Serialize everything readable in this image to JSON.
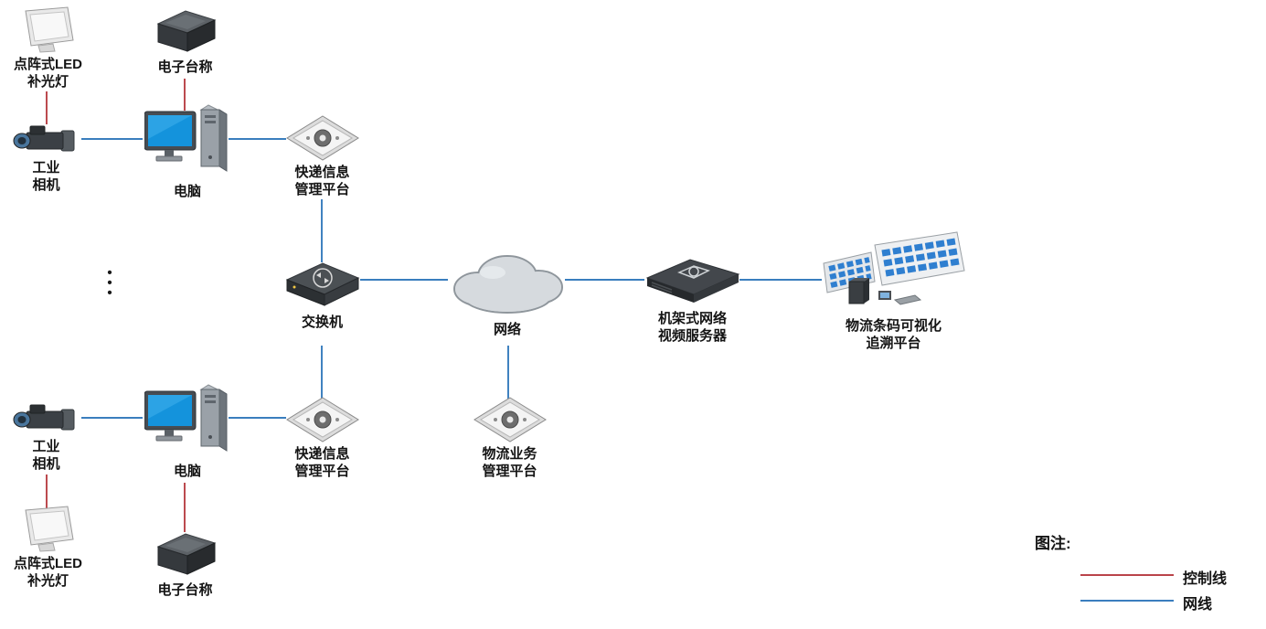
{
  "nodes": {
    "led_top": {
      "label": "点阵式LED\n补光灯"
    },
    "scale_top": {
      "label": "电子台称"
    },
    "camera_top": {
      "label": "工业\n相机"
    },
    "pc_top": {
      "label": "电脑"
    },
    "express_platform_top": {
      "label": "快递信息\n管理平台"
    },
    "switch": {
      "label": "交换机"
    },
    "network": {
      "label": "网络"
    },
    "video_server": {
      "label": "机架式网络\n视频服务器"
    },
    "trace_platform": {
      "label": "物流条码可视化\n追溯平台"
    },
    "camera_bottom": {
      "label": "工业\n相机"
    },
    "pc_bottom": {
      "label": "电脑"
    },
    "express_platform_bottom": {
      "label": "快递信息\n管理平台"
    },
    "logistics_platform": {
      "label": "物流业务\n管理平台"
    },
    "led_bottom": {
      "label": "点阵式LED\n补光灯"
    },
    "scale_bottom": {
      "label": "电子台称"
    }
  },
  "ellipsis": "•\n•\n•",
  "legend": {
    "title": "图注:",
    "items": [
      {
        "label": "控制线",
        "color": "#b02a30"
      },
      {
        "label": "网线",
        "color": "#1e6cb5"
      }
    ]
  },
  "edges": {
    "control": [
      [
        51,
        100,
        51,
        136
      ],
      [
        202,
        86,
        202,
        121
      ],
      [
        202,
        528,
        202,
        582
      ],
      [
        51,
        519,
        51,
        556
      ],
      [
        1182,
        629,
        1284,
        629
      ]
    ],
    "network": [
      [
        89,
        152,
        156,
        152
      ],
      [
        250,
        152,
        313,
        152
      ],
      [
        352,
        218,
        352,
        287
      ],
      [
        394,
        306,
        490,
        306
      ],
      [
        618,
        306,
        705,
        306
      ],
      [
        809,
        306,
        899,
        306
      ],
      [
        352,
        378,
        352,
        437
      ],
      [
        556,
        378,
        556,
        437
      ],
      [
        89,
        457,
        156,
        457
      ],
      [
        250,
        457,
        313,
        457
      ],
      [
        1182,
        657,
        1284,
        657
      ]
    ]
  }
}
